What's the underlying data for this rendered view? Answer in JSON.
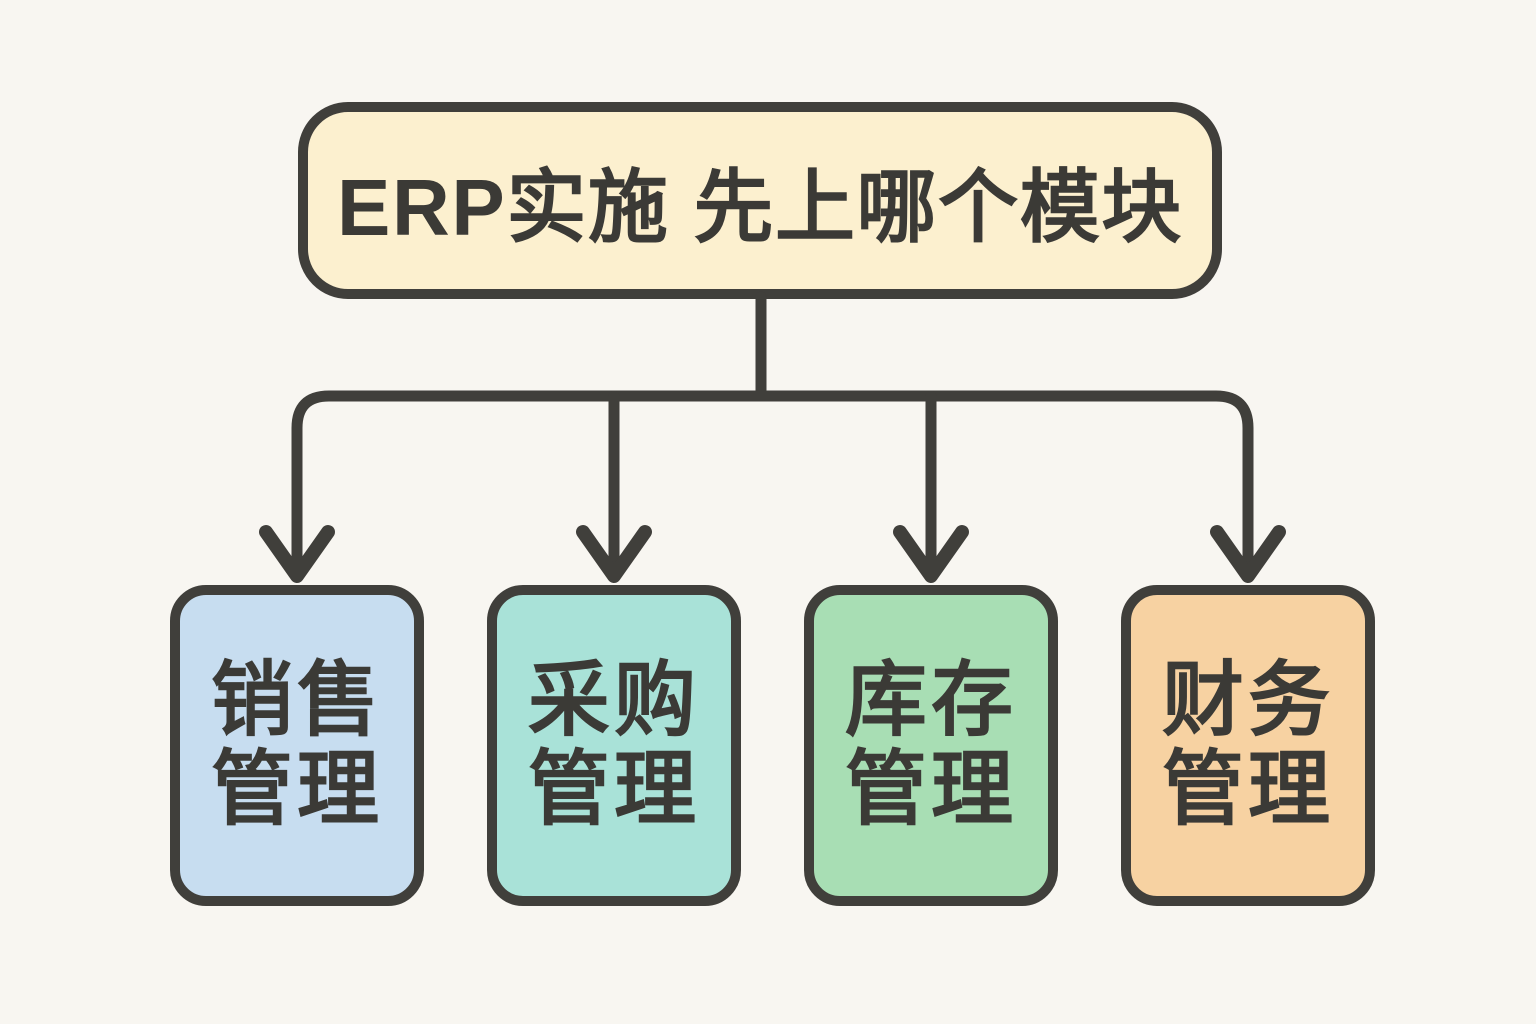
{
  "title": "ERP实施 先上哪个模块",
  "colors": {
    "background": "#f8f6f1",
    "line": "#403f3b",
    "text": "#3b3a36",
    "title_box_bg": "#fcf0cf"
  },
  "modules": [
    {
      "id": "sales",
      "label": "销售管理",
      "line1": "销售",
      "line2": "管理",
      "color": "#c7ddf0"
    },
    {
      "id": "procurement",
      "label": "采购管理",
      "line1": "采购",
      "line2": "管理",
      "color": "#a9e2d8"
    },
    {
      "id": "inventory",
      "label": "库存管理",
      "line1": "库存",
      "line2": "管理",
      "color": "#a8deb4"
    },
    {
      "id": "finance",
      "label": "财务管理",
      "line1": "财务",
      "line2": "管理",
      "color": "#f7d2a2"
    }
  ]
}
